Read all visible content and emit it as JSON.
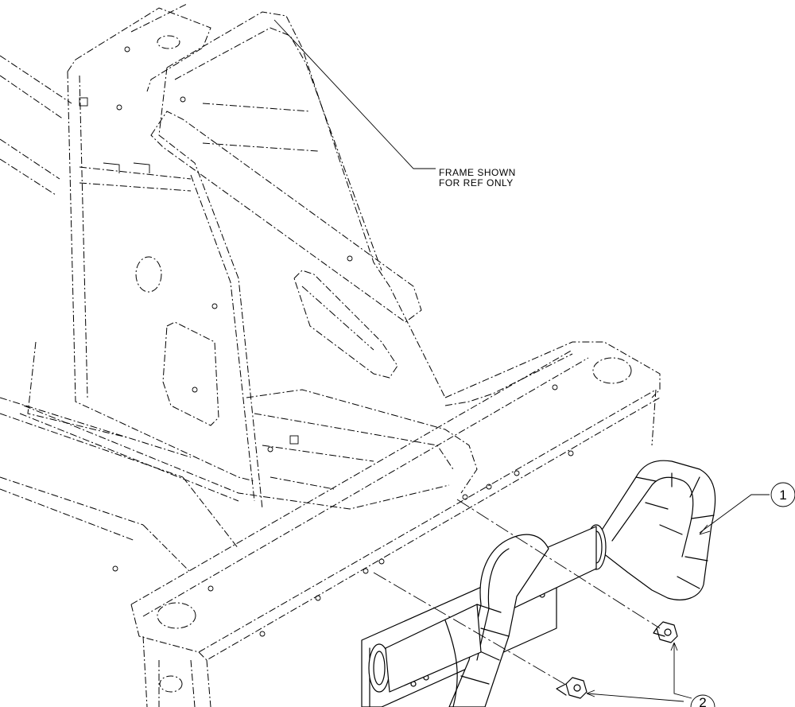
{
  "callouts": {
    "frame_note_line1": "FRAME SHOWN",
    "frame_note_line2": "FOR REF ONLY",
    "item_1": "1",
    "item_2": "2"
  }
}
